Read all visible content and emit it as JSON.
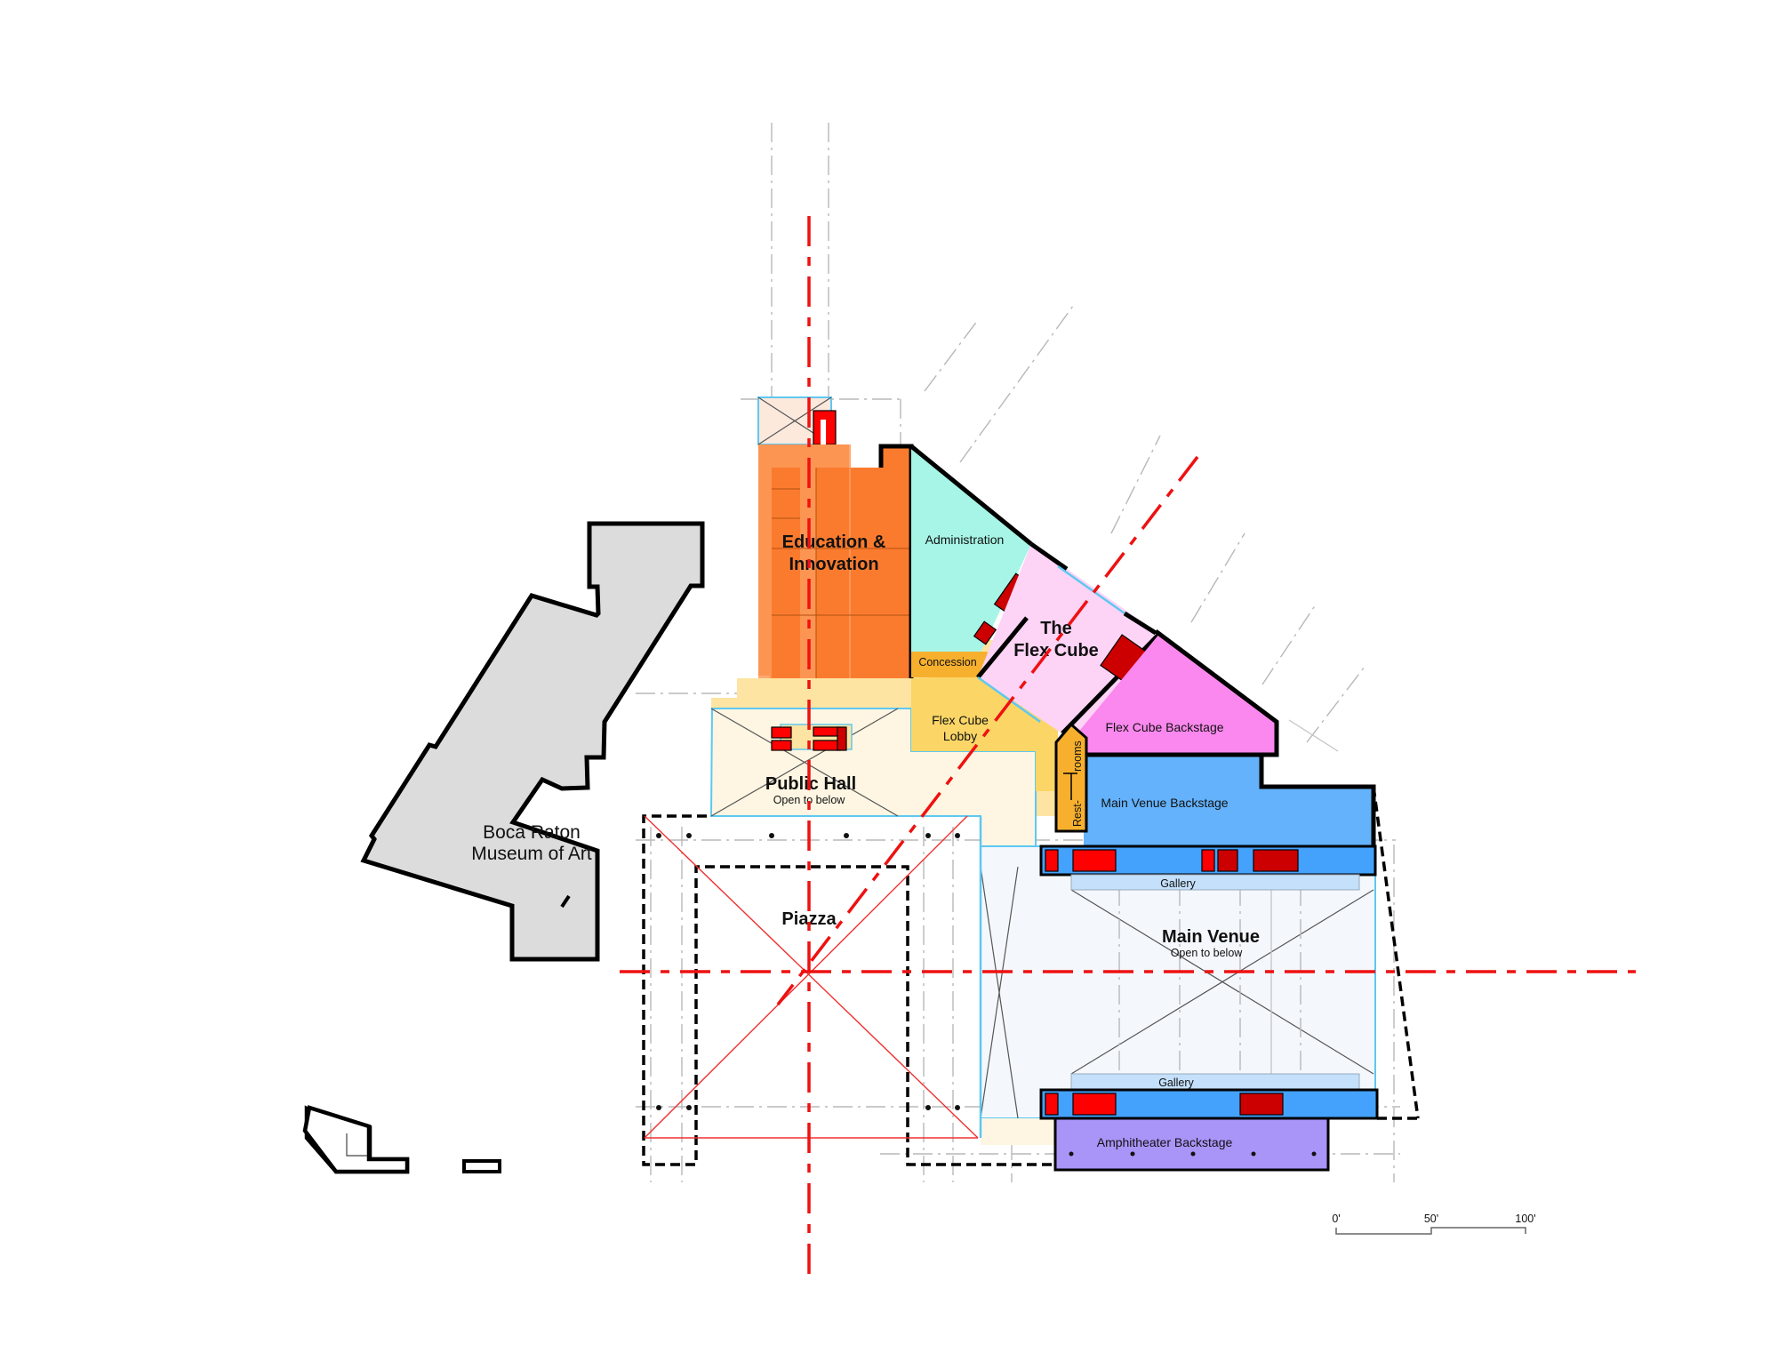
{
  "drawing": {
    "type": "floor plan",
    "colors": {
      "education": "#fb7b2e",
      "education_light": "#fd9a58",
      "tower_top": "#fde8dc",
      "administration": "#a6f5e6",
      "flex_cube": "#fdd3f6",
      "flex_cube_backstage": "#fb88ee",
      "concession": "#f7b02e",
      "flex_cube_lobby": "#fbd666",
      "lobby_band": "#fde4a2",
      "public_hall": "#fef6e2",
      "main_venue_backstage": "#63b2fb",
      "service_band": "#44a2fc",
      "gallery": "#c4e0fb",
      "main_venue": "#f4f8fd",
      "amphitheater_backstage": "#a994f7",
      "museum": "#dcdcdc",
      "cores": "#ff0000",
      "axis": "#ee1111"
    }
  },
  "rooms": {
    "education": {
      "line1": "Education &",
      "line2": "Innovation"
    },
    "administration": "Administration",
    "flex_cube": {
      "line1": "The",
      "line2": "Flex Cube"
    },
    "concession": "Concession",
    "flex_cube_lobby": {
      "line1": "Flex Cube",
      "line2": "Lobby"
    },
    "flex_cube_backstage": "Flex Cube Backstage",
    "restrooms": {
      "line1": "Rest-",
      "line2": "rooms"
    },
    "public_hall": {
      "title": "Public Hall",
      "note": "Open to  below"
    },
    "main_venue_backstage": "Main Venue Backstage",
    "gallery_top": "Gallery",
    "main_venue": {
      "title": "Main Venue",
      "note": "Open to below"
    },
    "gallery_bottom": "Gallery",
    "amphitheater_backstage": "Amphitheater Backstage",
    "piazza": "Piazza",
    "museum": {
      "line1": "Boca Raton",
      "line2": "Museum of Art"
    }
  },
  "scale_bar": {
    "ticks": [
      "0'",
      "50'",
      "100'"
    ]
  }
}
